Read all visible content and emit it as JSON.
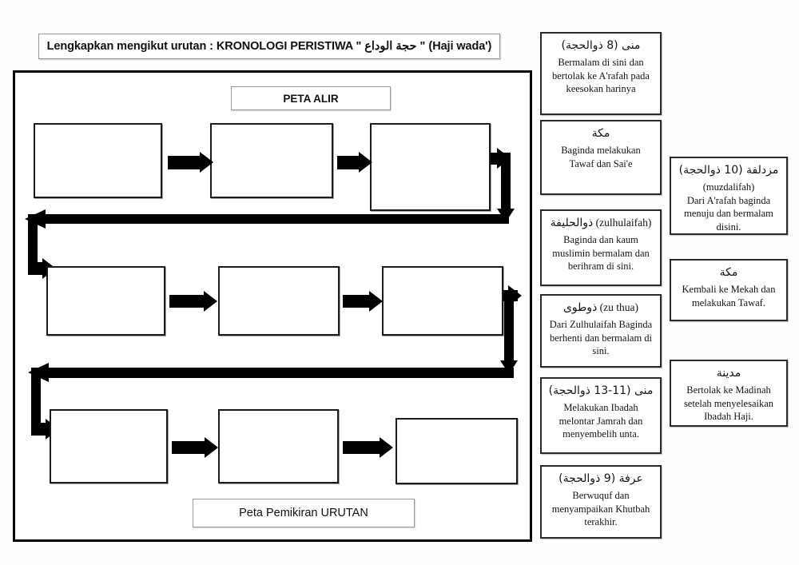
{
  "worksheet": {
    "title": "Lengkapkan mengikut urutan : KRONOLOGI PERISTIWA \" حجة الوداع \" (Haji wada')",
    "flow_heading": "PETA ALIR",
    "flow_footer": "Peta Pemikiran URUTAN"
  },
  "flow": {
    "boxes": [
      {
        "label": ""
      },
      {
        "label": ""
      },
      {
        "label": ""
      },
      {
        "label": ""
      },
      {
        "label": ""
      },
      {
        "label": ""
      },
      {
        "label": ""
      },
      {
        "label": ""
      },
      {
        "label": ""
      }
    ]
  },
  "cards_column_1": [
    {
      "arabic": "منى (8 ذوالحجة)",
      "roman": "",
      "body": "Bermalam di sini dan bertolak ke A'rafah pada keesokan harinya"
    },
    {
      "arabic": "مكة",
      "roman": "",
      "body": "Baginda melakukan Tawaf dan Sai'e"
    },
    {
      "arabic": "ذوالحليفة",
      "roman": "(zulhulaifah)",
      "body": "Baginda dan kaum muslimin bermalam dan berihram di sini."
    },
    {
      "arabic": "ذوطوى",
      "roman": "(zu thua)",
      "body": "Dari Zulhulaifah Baginda berhenti dan bermalam di sini."
    },
    {
      "arabic": "منى (11-13 ذوالحجة)",
      "roman": "",
      "body": "Melakukan Ibadah melontar Jamrah dan menyembelih unta."
    },
    {
      "arabic": "عرفة (9 ذوالحجة)",
      "roman": "",
      "body": "Berwuquf dan menyampaikan Khutbah terakhir."
    }
  ],
  "cards_column_2": [
    {
      "arabic": "مزدلفة (10 ذوالحجة)",
      "roman": "(muzdalifah)",
      "body": "Dari A'rafah baginda menuju dan bermalam disini."
    },
    {
      "arabic": "مكة",
      "roman": "",
      "body": "Kembali ke Mekah dan melakukan Tawaf."
    },
    {
      "arabic": "مدينة",
      "roman": "",
      "body": "Bertolak ke Madinah setelah menyelesaikan Ibadah Haji."
    }
  ]
}
